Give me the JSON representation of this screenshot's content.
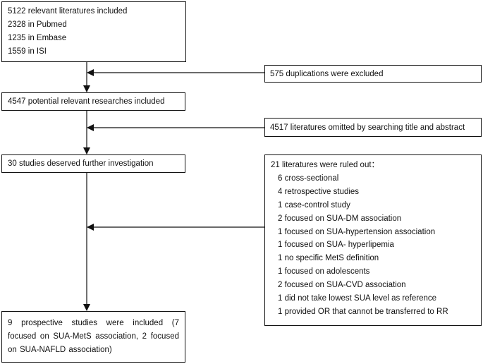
{
  "step1": {
    "lines": [
      "5122 relevant literatures included",
      "2328 in Pubmed",
      "1235 in Embase",
      "1559 in ISI"
    ]
  },
  "excluded1": "575 duplications were excluded",
  "step2": "4547 potential relevant researches included",
  "excluded2": "4517 literatures omitted by searching title and abstract",
  "step3": "30 studies deserved further investigation",
  "excluded3": {
    "title": "21 literatures were ruled out：",
    "items": [
      "6 cross-sectional",
      "4 retrospective studies",
      "1 case-control study",
      "2 focused on SUA-DM association",
      "1 focused on SUA-hypertension association",
      "1 focused on SUA- hyperlipemia",
      "1 no specific MetS definition",
      "1 focused on adolescents",
      "2 focused on SUA-CVD association",
      "1 did not take lowest SUA level as reference",
      "1 provided OR that cannot be transferred to RR"
    ]
  },
  "final": "9 prospective studies were included (7 focused on SUA-MetS association, 2 focused on SUA-NAFLD association)"
}
